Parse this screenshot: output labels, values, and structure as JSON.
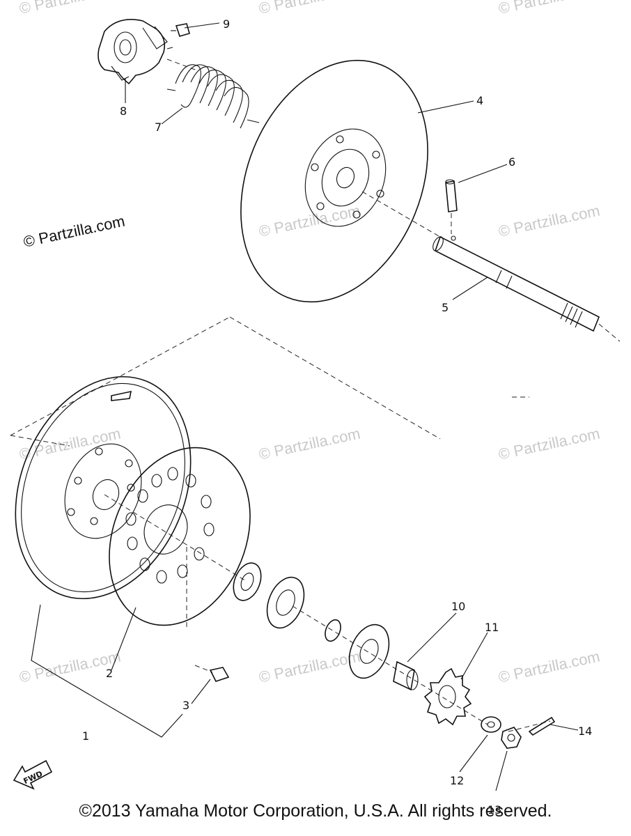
{
  "watermarks": {
    "text": "© Partzilla.com",
    "primary_text": "© Partzilla.com"
  },
  "copyright": "©2013 Yamaha Motor Corporation, U.S.A. All rights reserved.",
  "callouts": [
    {
      "id": "1",
      "label": "1"
    },
    {
      "id": "2",
      "label": "2"
    },
    {
      "id": "3",
      "label": "3"
    },
    {
      "id": "4",
      "label": "4"
    },
    {
      "id": "5",
      "label": "5"
    },
    {
      "id": "6",
      "label": "6"
    },
    {
      "id": "7",
      "label": "7"
    },
    {
      "id": "8",
      "label": "8"
    },
    {
      "id": "9",
      "label": "9"
    },
    {
      "id": "10",
      "label": "10"
    },
    {
      "id": "11",
      "label": "11"
    },
    {
      "id": "12",
      "label": "12"
    },
    {
      "id": "13",
      "label": "13"
    },
    {
      "id": "14",
      "label": "14"
    }
  ],
  "fwd_label": "FWD",
  "colors": {
    "ink": "#111111",
    "watermark": "#c9c9c9",
    "background": "#ffffff"
  }
}
